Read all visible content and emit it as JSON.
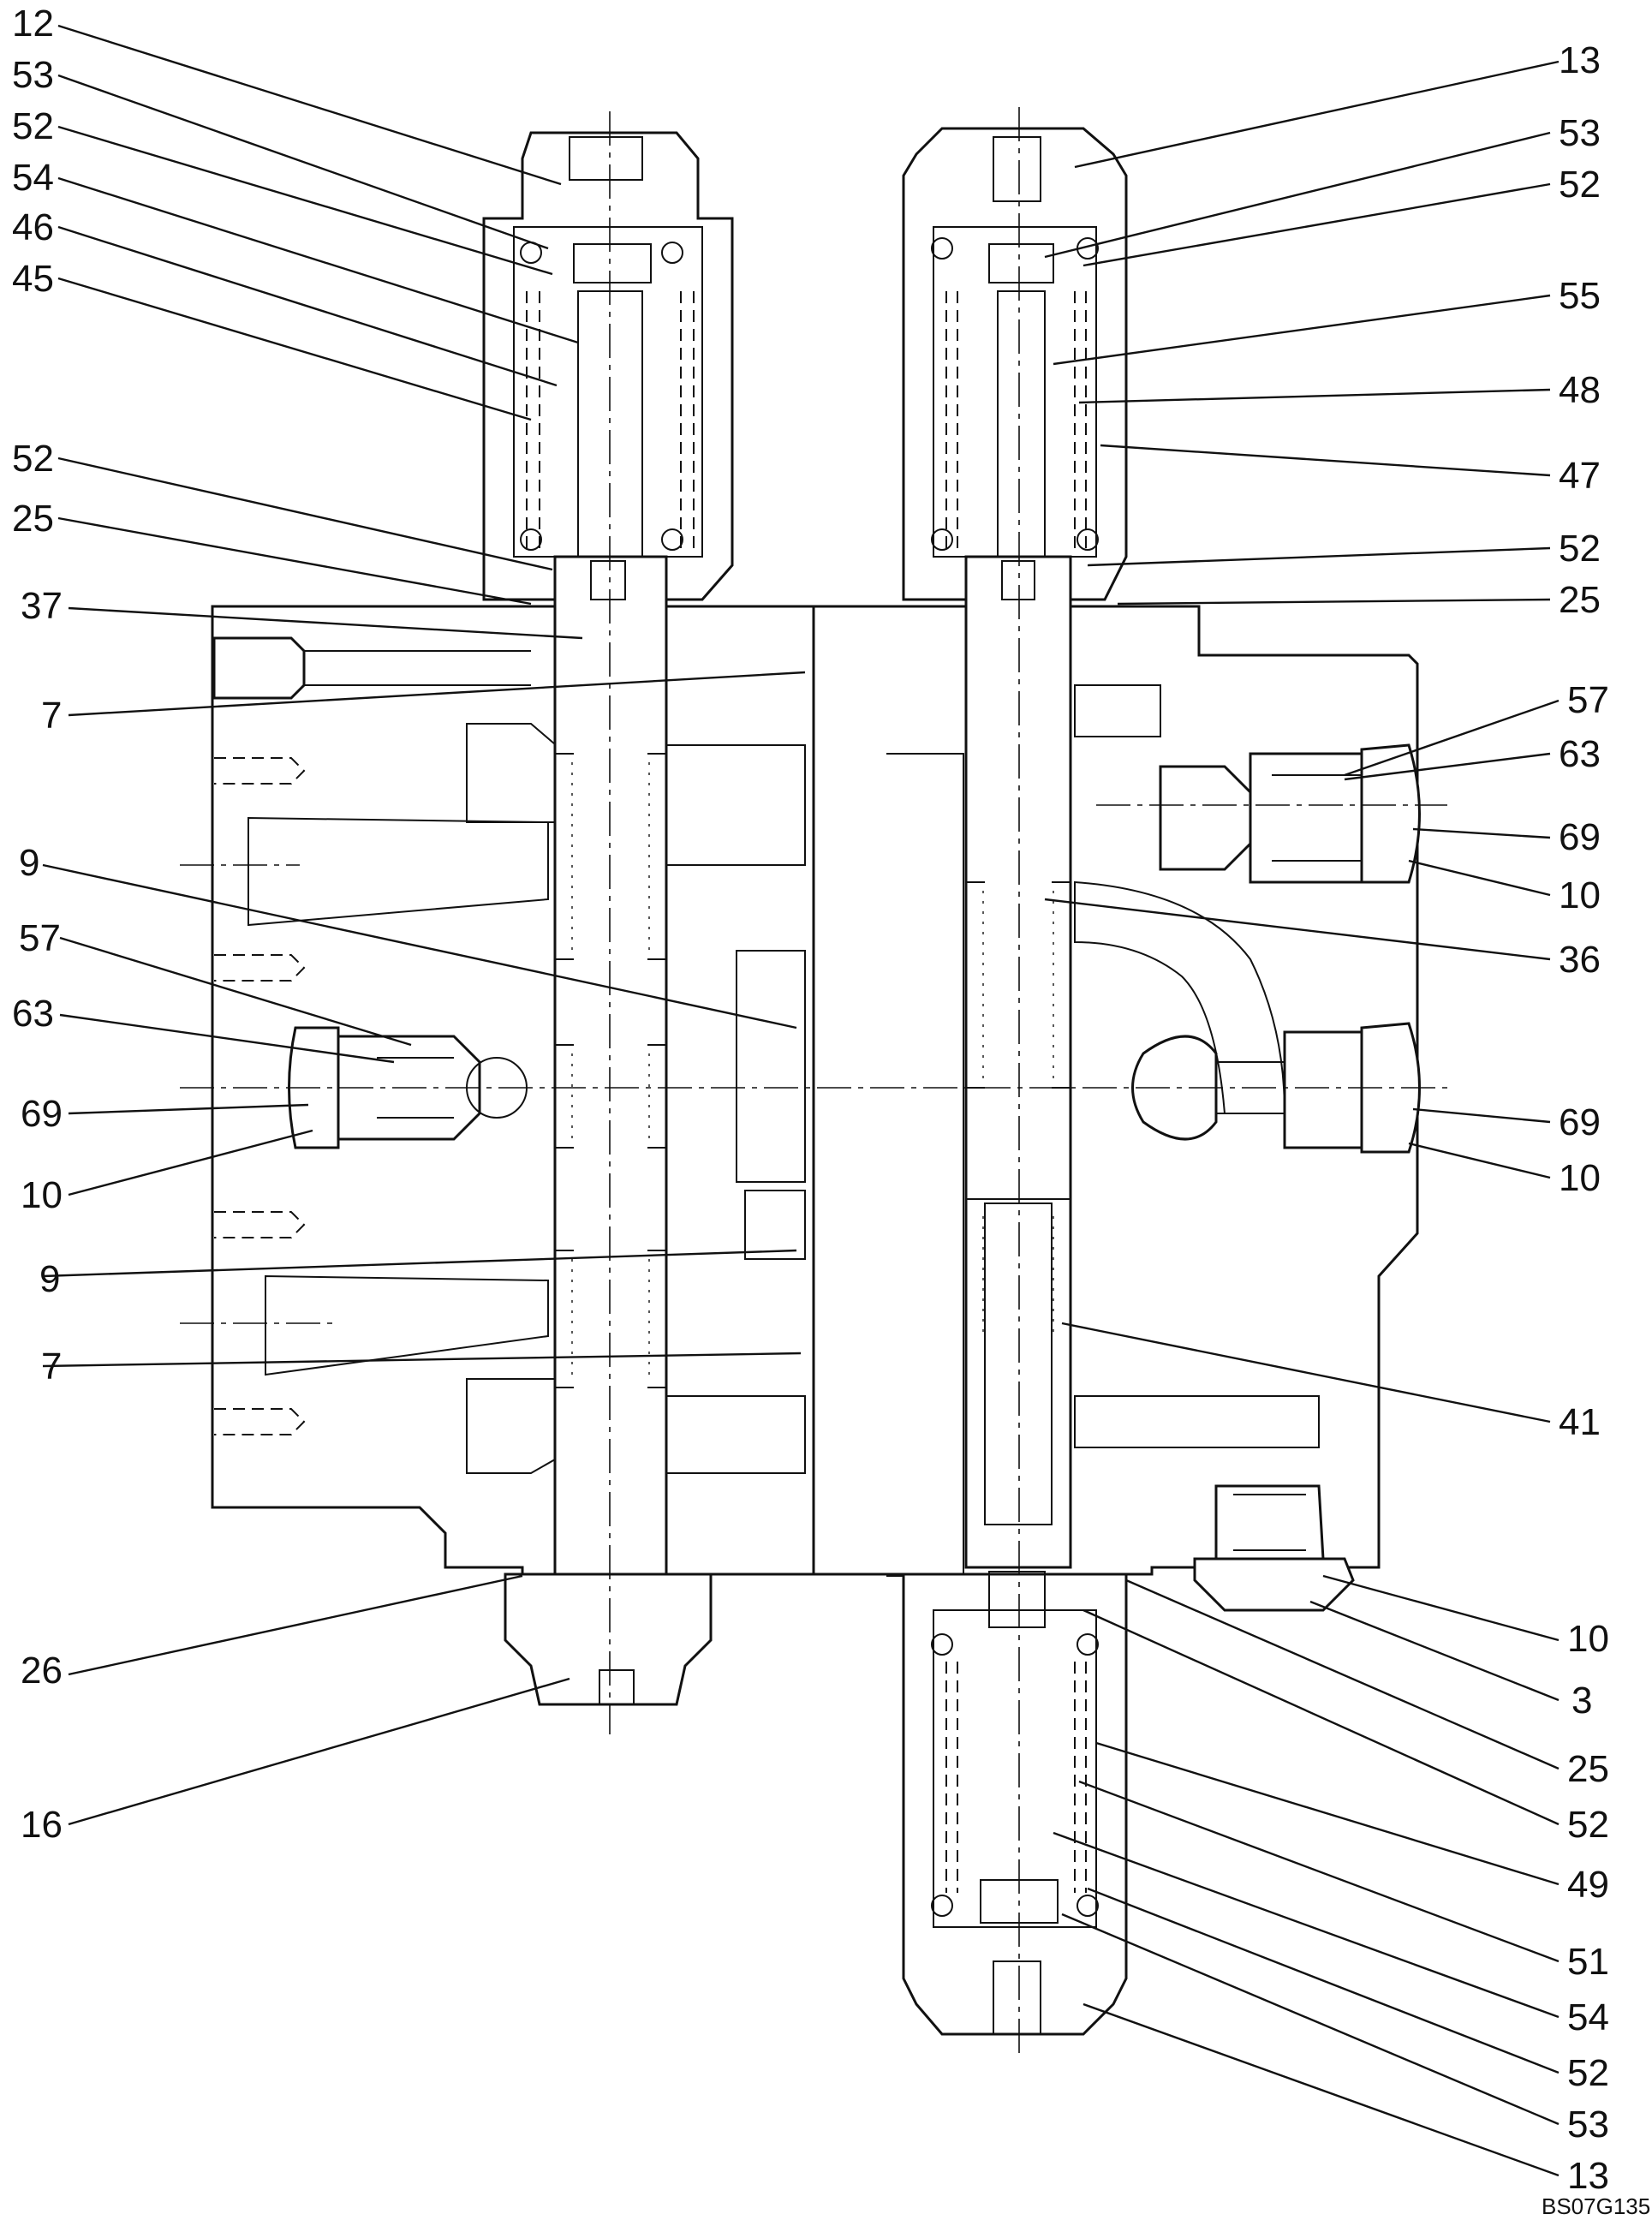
{
  "drawing_code": "BS07G135",
  "callouts_left": [
    "12",
    "53",
    "52",
    "54",
    "46",
    "45",
    "52",
    "25",
    "37",
    "7",
    "9",
    "57",
    "63",
    "69",
    "10",
    "9",
    "7",
    "26",
    "16"
  ],
  "callouts_right": [
    "13",
    "53",
    "52",
    "55",
    "48",
    "47",
    "52",
    "25",
    "57",
    "63",
    "69",
    "10",
    "36",
    "69",
    "10",
    "41",
    "10",
    "3",
    "25",
    "52",
    "49",
    "51",
    "54",
    "52",
    "53",
    "13"
  ]
}
